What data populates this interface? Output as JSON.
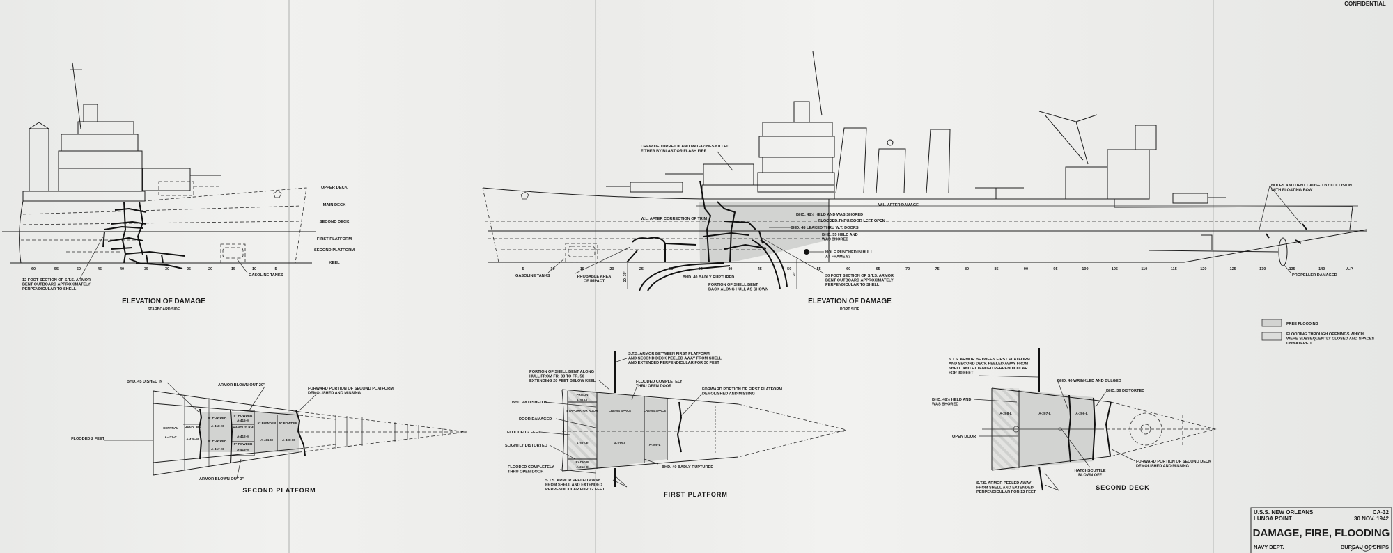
{
  "header": {
    "classification": "CONFIDENTIAL"
  },
  "deck_levels": [
    "UPPER DECK",
    "MAIN DECK",
    "SECOND DECK",
    "FIRST PLATFORM",
    "SECOND PLATFORM",
    "KEEL"
  ],
  "starboard": {
    "title": "ELEVATION OF DAMAGE",
    "subtitle": "STARBOARD SIDE",
    "frames": [
      "60",
      "55",
      "50",
      "45",
      "40",
      "35",
      "30",
      "25",
      "20",
      "15",
      "10",
      "5"
    ],
    "notes": {
      "armor_12ft": [
        "12 FOOT SECTION OF S.T.S. ARMOR",
        "BENT OUTBOARD APPROXIMATELY",
        "PERPENDICULAR TO SHELL"
      ],
      "gasoline": "GASOLINE TANKS"
    }
  },
  "port": {
    "title": "ELEVATION OF DAMAGE",
    "subtitle": "PORT SIDE",
    "frames": [
      "5",
      "10",
      "15",
      "20",
      "25",
      "30",
      "35",
      "40",
      "45",
      "50",
      "55",
      "60",
      "65",
      "70",
      "75",
      "80",
      "85",
      "90",
      "95",
      "100",
      "105",
      "110",
      "115",
      "120",
      "125",
      "130",
      "135",
      "140",
      "A.P."
    ],
    "notes": {
      "crew": [
        "CREW OF TURRET III AND MAGAZINES KILLED",
        "EITHER BY BLAST OR FLASH FIRE"
      ],
      "wl_after_damage": "W.L. AFTER DAMAGE",
      "wl_after_trim": "W.L. AFTER CORRECTION OF TRIM",
      "bhd48half": "BHD. 48½ HELD AND WAS SHORED",
      "flooded_door": "FLOODED THRU DOOR LEFT OPEN",
      "bhd48": "BHD. 48 LEAKED THRU W.T. DOORS",
      "bhd55": [
        "BHD. 55 HELD AND",
        "WAS SHORED"
      ],
      "hole": [
        "HOLE PUNCHED IN HULL",
        "AT FRAME 53"
      ],
      "bhd40": "BHD. 40 BADLY RUPTURED",
      "shell_bent": [
        "PORTION OF SHELL BENT",
        "BACK ALONG HULL AS SHOWN"
      ],
      "armor_30ft": [
        "30 FOOT SECTION OF S.T.S. ARMOR",
        "BENT OUTBOARD APPROXIMATELY",
        "PERPENDICULAR TO SHELL"
      ],
      "gasoline": "GASOLINE TANKS",
      "impact": [
        "PROBABLE AREA",
        "OF IMPACT"
      ],
      "dim_20_30": "20'-30'",
      "dim_20": "20'",
      "collision": [
        "HOLES AND DENT CAUSED BY COLLISION",
        "WITH FLOATING BOW"
      ],
      "propeller": "PROPELLER DAMAGED"
    }
  },
  "legend": [
    {
      "lines": [
        "FREE FLOODING"
      ]
    },
    {
      "lines": [
        "FLOODING THROUGH OPENINGS WHICH",
        "WERE SUBSEQUENTLY CLOSED AND SPACES",
        "UNWATERED"
      ]
    }
  ],
  "second_platform": {
    "title": "SECOND PLATFORM",
    "notes": {
      "bhd45": "BHD. 45 DISHED IN",
      "armor20": "ARMOR BLOWN OUT 20\"",
      "forward": [
        "FORWARD PORTION OF SECOND PLATFORM",
        "DEMOLISHED AND MISSING"
      ],
      "flooded": "FLOODED 2 FEET",
      "armor3": "ARMOR BLOWN OUT 3\""
    },
    "compartments": [
      {
        "name": "CENTRAL",
        "id": "A-427-C"
      },
      {
        "name": "HANDL RM",
        "id": "A-420-M"
      },
      {
        "name": "5\" POWDER",
        "id": "A-418-M"
      },
      {
        "name": "5\" POWDER",
        "id": "A-417-M"
      },
      {
        "name": "5\" POWDER",
        "id": "A-416-M"
      },
      {
        "name": "HANDL'G RM",
        "id": "A-412-M"
      },
      {
        "name": "5\" POWDER",
        "id": "A-415-M"
      },
      {
        "name": "5\" POWDER",
        "id": "A-411-M"
      },
      {
        "name": "5\" POWDER",
        "id": "A-408-M"
      }
    ]
  },
  "first_platform": {
    "title": "FIRST PLATFORM",
    "notes": {
      "sts_top": [
        "S.T.S. ARMOR BETWEEN FIRST PLATFORM",
        "AND SECOND DECK PEELED AWAY FROM SHELL",
        "AND EXTENDED PERPENDICULAR FOR 30 FEET"
      ],
      "shell_bent": [
        "PORTION OF SHELL BENT ALONG",
        "HULL FROM FR. 33 TO FR. 50",
        "EXTENDING 20 FEET BELOW KEEL"
      ],
      "flooded_top": [
        "FLOODED COMPLETELY",
        "THRU OPEN DOOR"
      ],
      "forward": [
        "FORWARD PORTION OF FIRST PLATFORM",
        "DEMOLISHED AND MISSING"
      ],
      "bhd48": "BHD. 48 DISHED IN",
      "door": "DOOR DAMAGED",
      "flooded2": "FLOODED 2 FEET",
      "distorted": "SLIGHTLY DISTORTED",
      "flooded_bottom": [
        "FLOODED COMPLETELY",
        "THRU OPEN DOOR"
      ],
      "sts_bottom": [
        "S.T.S. ARMOR PEELED AWAY",
        "FROM SHELL AND EXTENDED",
        "PERPENDICULAR FOR 12 FEET"
      ],
      "bhd40": "BHD. 40 BADLY RUPTURED"
    },
    "compartments": [
      {
        "name": "PRISON",
        "id": "A-314-L"
      },
      {
        "name": "EVAPORATOR ROOM",
        "id": "A-312-E"
      },
      {
        "name": "CREWS SPACE",
        "id": "A-310-L"
      },
      {
        "name": "CREWS SPACE",
        "id": "A-308-L"
      },
      {
        "name": "RADIO III",
        "id": "A-313-C"
      }
    ]
  },
  "second_deck": {
    "title": "SECOND DECK",
    "notes": {
      "sts_top": [
        "S.T.S. ARMOR BETWEEN FIRST PLATFORM",
        "AND SECOND DECK PEELED AWAY FROM",
        "SHELL AND EXTENDED PERPENDICULAR",
        "FOR 30 FEET"
      ],
      "bhd40": "BHD. 40 WRINKLED AND BULGED",
      "bhd36": "BHD. 36 DISTORTED",
      "bhd48half": [
        "BHD. 48½ HELD AND",
        "WAS SHORED"
      ],
      "open_door": "OPEN DOOR",
      "hatch": [
        "HATCHSCUTTLE",
        "BLOWN OFF"
      ],
      "forward": [
        "FORWARD PORTION OF SECOND DECK",
        "DEMOLISHED AND MISSING"
      ],
      "sts_bottom": [
        "S.T.S. ARMOR PEELED AWAY",
        "FROM SHELL AND EXTENDED",
        "PERPENDICULAR FOR 12 FEET"
      ]
    },
    "compartments": [
      {
        "id": "A-208-L"
      },
      {
        "id": "A-207-L"
      },
      {
        "id": "A-206-L"
      }
    ]
  },
  "title_block": {
    "ship": "U.S.S. NEW ORLEANS",
    "location": "LUNGA POINT",
    "hull_number": "CA-32",
    "date": "30 NOV. 1942",
    "title": "DAMAGE, FIRE, FLOODING",
    "dept": "NAVY DEPT.",
    "bureau": "BUREAU OF SHIPS"
  },
  "colors": {
    "paper": "#ecedeb",
    "ink": "#1b1b1b",
    "flooding": "#d2d3d1"
  }
}
